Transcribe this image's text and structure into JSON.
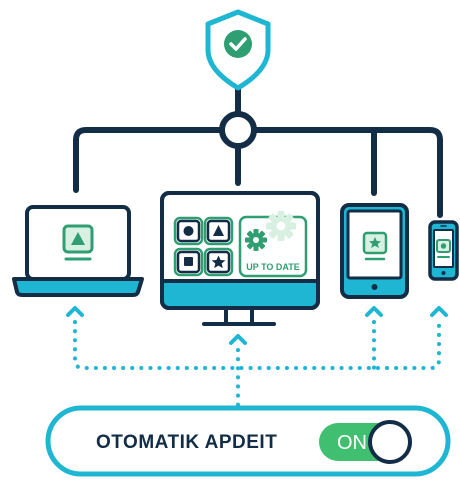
{
  "update_card": {
    "label": "UP TO DATE"
  },
  "toggle": {
    "label": "OTOMATIK APDEIT",
    "state_text": "ON",
    "state": "on"
  },
  "icons": {
    "shield": "shield-check-icon",
    "laptop_app": "triangle-app-icon",
    "tablet_app": "star-app-icon",
    "phone_app": "circle-app-icon",
    "gears": "gear-icon"
  },
  "colors": {
    "navy": "#132d46",
    "cyan": "#1fb6d4",
    "light_cyan": "#bfeaf4",
    "green": "#2f9e72",
    "light_green": "#d7f0e2",
    "green_toggle": "#3fbf6f"
  }
}
